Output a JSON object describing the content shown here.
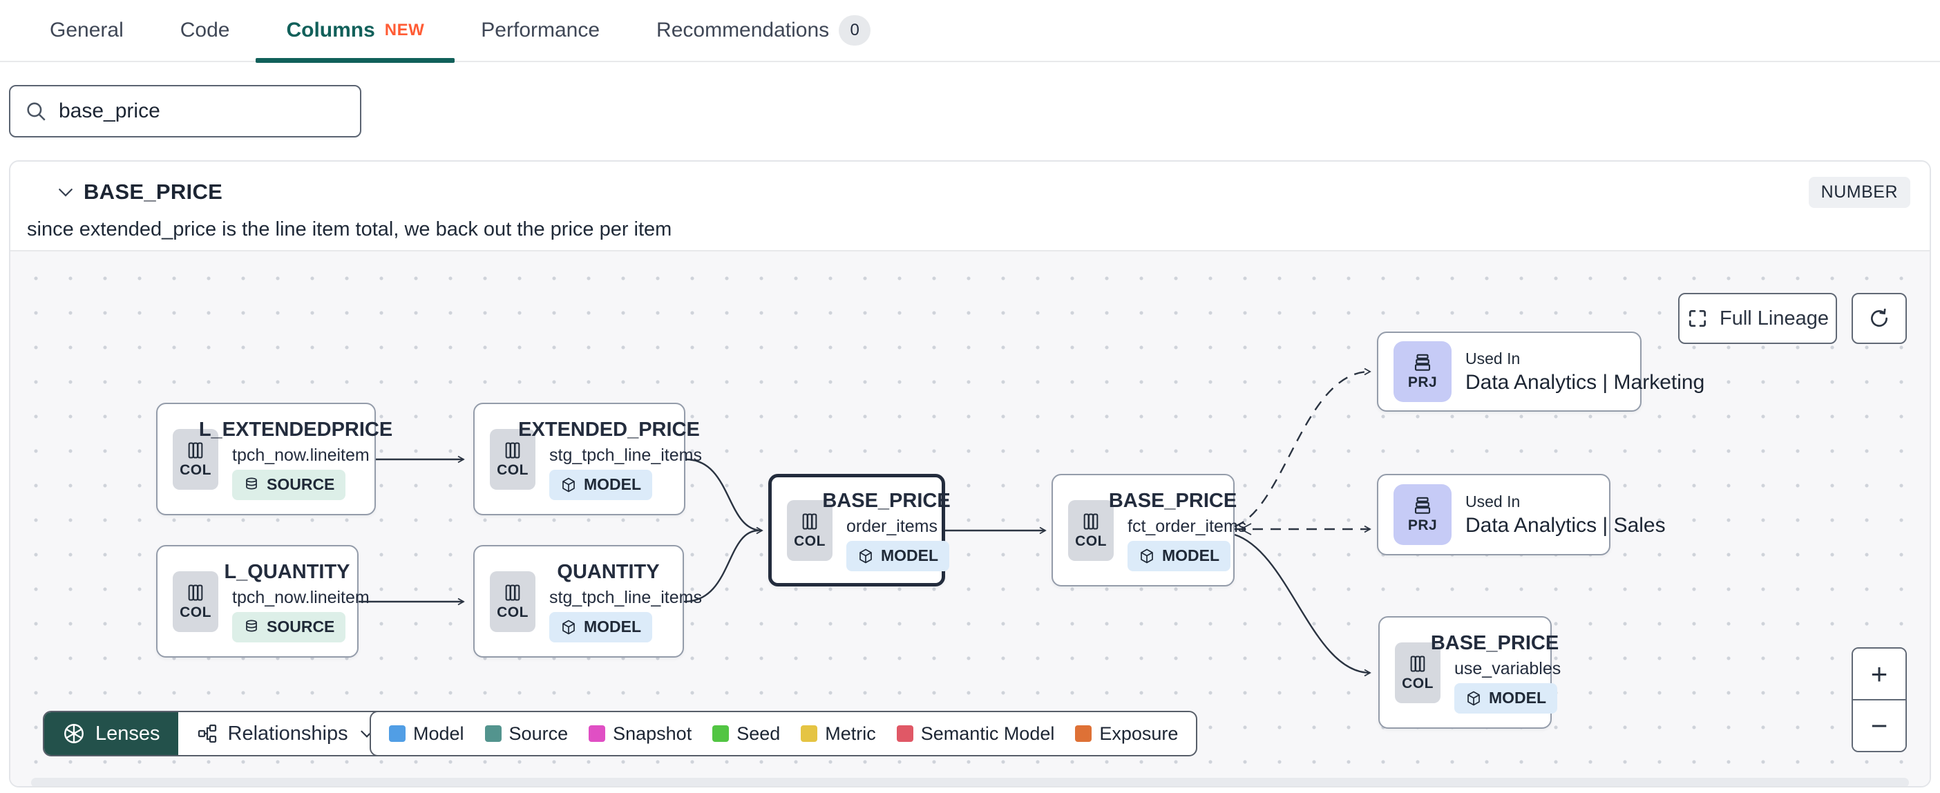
{
  "tabs": [
    {
      "label": "General"
    },
    {
      "label": "Code"
    },
    {
      "label": "Columns",
      "badge": "NEW",
      "active": true
    },
    {
      "label": "Performance"
    },
    {
      "label": "Recommendations",
      "count": "0"
    }
  ],
  "search": {
    "value": "base_price"
  },
  "column_panel": {
    "name": "BASE_PRICE",
    "data_type": "NUMBER",
    "description": "since extended_price is the line item total, we back out the price per item"
  },
  "lineage": {
    "nodes": [
      {
        "entity": "COL",
        "title": "L_EXTENDEDPRICE",
        "subtitle": "tpch_now.lineitem",
        "type": "SOURCE"
      },
      {
        "entity": "COL",
        "title": "EXTENDED_PRICE",
        "subtitle": "stg_tpch_line_items",
        "type": "MODEL"
      },
      {
        "entity": "COL",
        "title": "L_QUANTITY",
        "subtitle": "tpch_now.lineitem",
        "type": "SOURCE"
      },
      {
        "entity": "COL",
        "title": "QUANTITY",
        "subtitle": "stg_tpch_line_items",
        "type": "MODEL"
      },
      {
        "entity": "COL",
        "title": "BASE_PRICE",
        "subtitle": "order_items",
        "type": "MODEL",
        "selected": true
      },
      {
        "entity": "COL",
        "title": "BASE_PRICE",
        "subtitle": "fct_order_items",
        "type": "MODEL"
      },
      {
        "entity": "PRJ",
        "eyebrow": "Used In",
        "title": "Data Analytics | Marketing"
      },
      {
        "entity": "PRJ",
        "eyebrow": "Used In",
        "title": "Data Analytics | Sales"
      },
      {
        "entity": "COL",
        "title": "BASE_PRICE",
        "subtitle": "use_variables",
        "type": "MODEL"
      }
    ],
    "controls": {
      "full_lineage": "Full Lineage",
      "zoom_in": "+",
      "zoom_out": "−"
    },
    "footer": {
      "lenses": "Lenses",
      "relationships": "Relationships"
    },
    "legend": [
      {
        "label": "Model",
        "color": "#519ee5"
      },
      {
        "label": "Source",
        "color": "#53948e"
      },
      {
        "label": "Snapshot",
        "color": "#e04fc4"
      },
      {
        "label": "Seed",
        "color": "#52c543"
      },
      {
        "label": "Metric",
        "color": "#e5c443"
      },
      {
        "label": "Semantic Model",
        "color": "#e05866"
      },
      {
        "label": "Exposure",
        "color": "#de7136"
      }
    ],
    "colors": {
      "accent_teal": "#11605a",
      "lenses_bg": "#23514b",
      "new_badge": "#ff5c35",
      "edge": "#2b3442",
      "selected_border": "#232c3d"
    }
  }
}
